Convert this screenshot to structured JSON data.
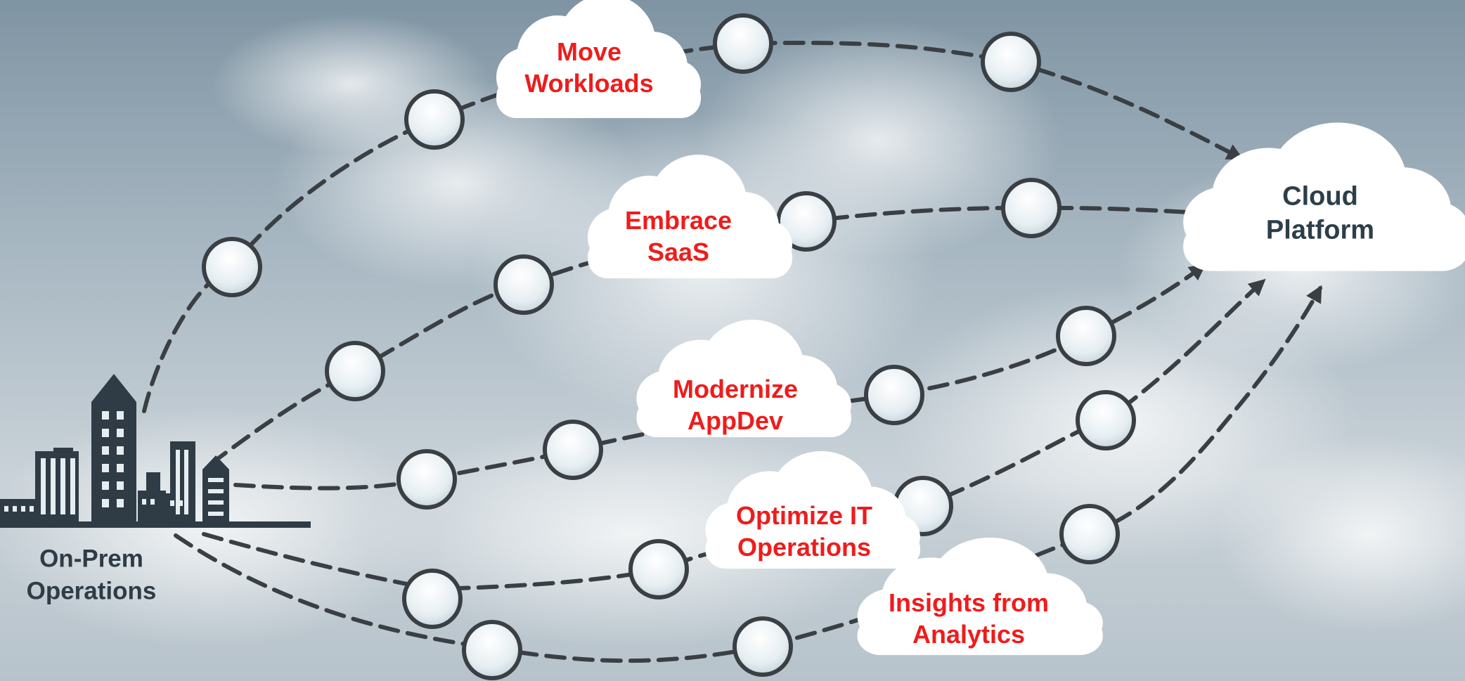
{
  "diagram": {
    "origin": {
      "lines": [
        "On-Prem",
        "Operations"
      ],
      "icon": "city-skyline-icon",
      "color": "#2f3c45"
    },
    "destination": {
      "lines": [
        "Cloud",
        "Platform"
      ],
      "color": "#2c3e4a"
    },
    "paths": [
      {
        "id": "move-workloads",
        "lines": [
          "Move",
          "Workloads"
        ]
      },
      {
        "id": "embrace-saas",
        "lines": [
          "Embrace",
          "SaaS"
        ]
      },
      {
        "id": "modernize-appdev",
        "lines": [
          "Modernize",
          "AppDev"
        ]
      },
      {
        "id": "optimize-it-operations",
        "lines": [
          "Optimize IT",
          "Operations"
        ]
      },
      {
        "id": "insights-from-analytics",
        "lines": [
          "Insights from",
          "Analytics"
        ]
      }
    ],
    "colors": {
      "label": "#ee1c1c",
      "connector": "#3a3f44",
      "node_border": "#3a3f44",
      "sky": "#9fb1bd"
    }
  }
}
